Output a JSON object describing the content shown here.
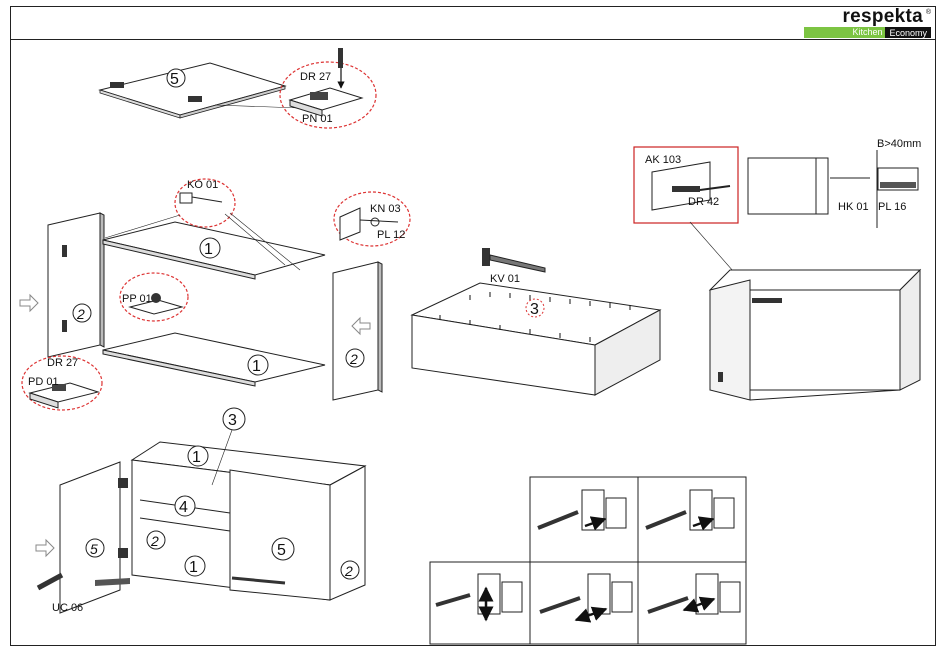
{
  "brand": {
    "name": "respekta",
    "registered": "®",
    "line_left": "Kitchen",
    "line_right": "Economy",
    "accent_color": "#7cc442"
  },
  "steps": {
    "top_panel": {
      "part_number": "5",
      "callout_labels": [
        "DR 27",
        "PN 01"
      ]
    },
    "side_assembly": {
      "shelf_numbers": [
        "1",
        "1"
      ],
      "side_numbers": [
        "2",
        "2"
      ],
      "callout_labels": [
        "KO 01",
        "KN 03",
        "PL 12",
        "PP 01",
        "DR 27",
        "PD 01"
      ]
    },
    "back_panel": {
      "part_number": "3",
      "tool_label": "KV 01"
    },
    "hanging": {
      "callout_labels": [
        "AK 103",
        "DR 42",
        "HK 01",
        "PL 16"
      ],
      "dimension": "B>40mm"
    },
    "final": {
      "numbers": [
        "3",
        "1",
        "4",
        "1",
        "2",
        "5",
        "5",
        "2"
      ],
      "tool_label": "UC 06"
    },
    "hinge_adjustment": {
      "panel_count": 5
    }
  }
}
